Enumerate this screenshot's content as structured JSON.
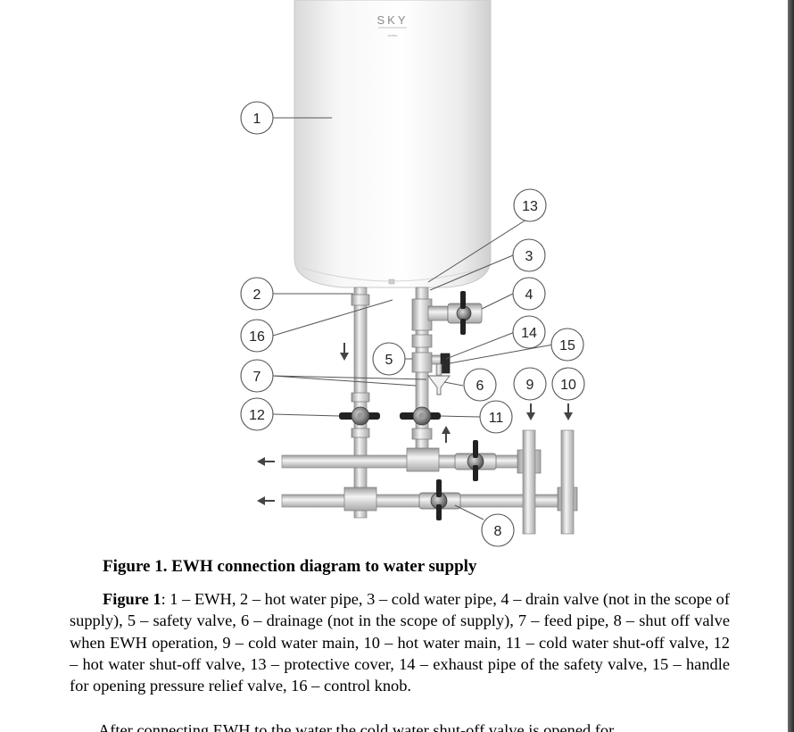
{
  "heater": {
    "brand": "SKY",
    "series": "series"
  },
  "callouts": [
    {
      "n": "1"
    },
    {
      "n": "2"
    },
    {
      "n": "3"
    },
    {
      "n": "4"
    },
    {
      "n": "5"
    },
    {
      "n": "6"
    },
    {
      "n": "7"
    },
    {
      "n": "8"
    },
    {
      "n": "9"
    },
    {
      "n": "10"
    },
    {
      "n": "11"
    },
    {
      "n": "12"
    },
    {
      "n": "13"
    },
    {
      "n": "14"
    },
    {
      "n": "15"
    },
    {
      "n": "16"
    }
  ],
  "figure": {
    "title": "Figure 1. EWH connection diagram to water supply",
    "caption_label": "Figure 1",
    "caption_text": ":  1 – EWH, 2 – hot water pipe, 3 – cold water pipe, 4 – drain valve (not in the scope of supply), 5 – safety valve, 6 – drainage (not in the scope of supply), 7 – feed pipe, 8 – shut off valve when EWH operation, 9 – cold water main, 10 – hot water main, 11 – cold water shut-off valve, 12 – hot water shut-off valve, 13 – protective cover, 14 – exhaust pipe of the safety valve, 15 – handle for opening pressure relief valve, 16 – control knob."
  },
  "next_line_fragment": "After connecting EWH to the water the cold water shut-off valve is opened for"
}
